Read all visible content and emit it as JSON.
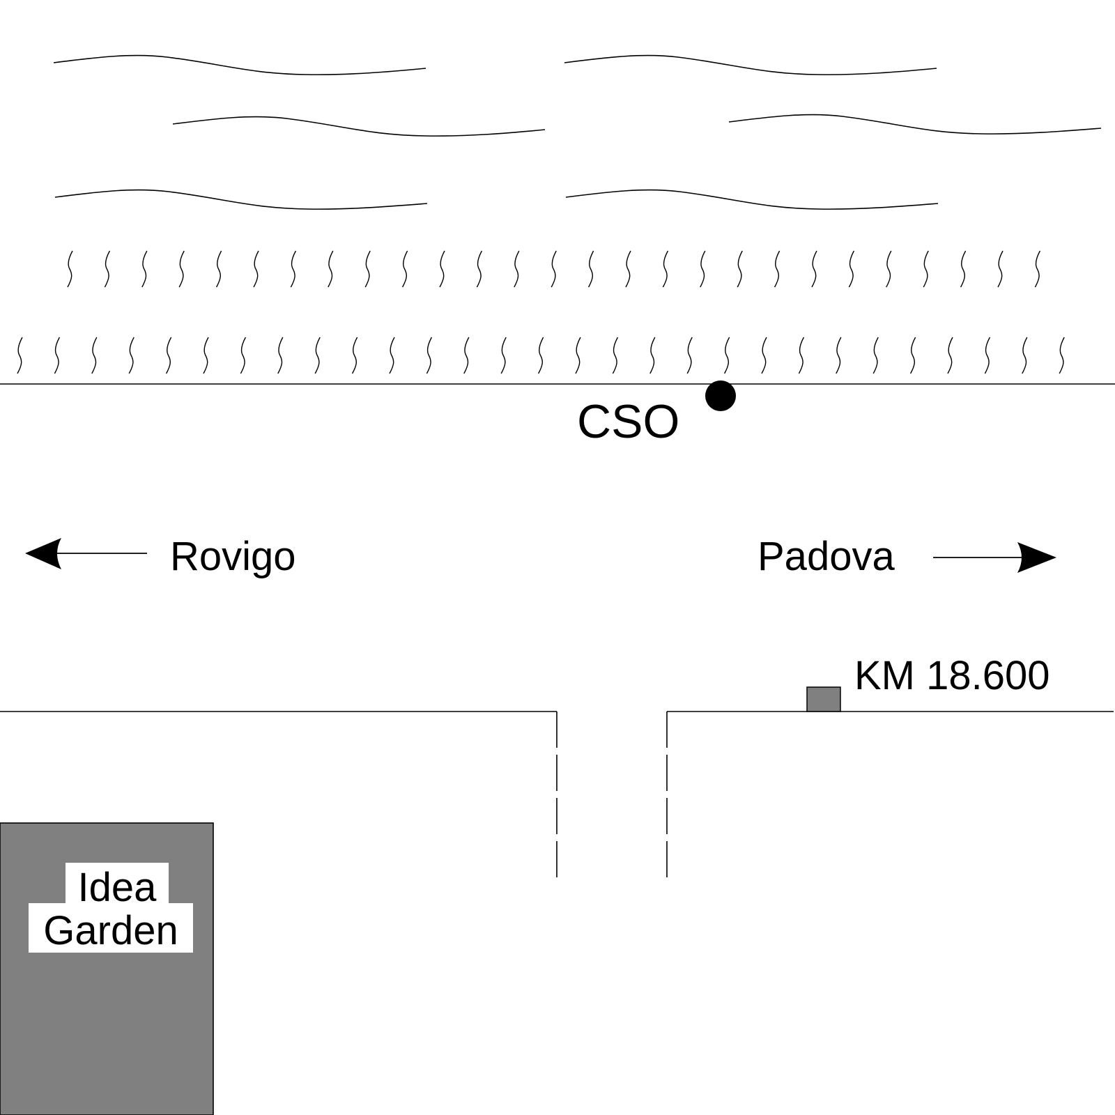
{
  "labels": {
    "cso": "CSO",
    "rovigo": "Rovigo",
    "padova": "Padova",
    "km": "KM 18.600",
    "garden_line1": "Idea",
    "garden_line2": "Garden"
  },
  "colors": {
    "line": "#000000",
    "background": "#ffffff",
    "garden_fill": "#808080",
    "marker_fill": "#808080"
  }
}
